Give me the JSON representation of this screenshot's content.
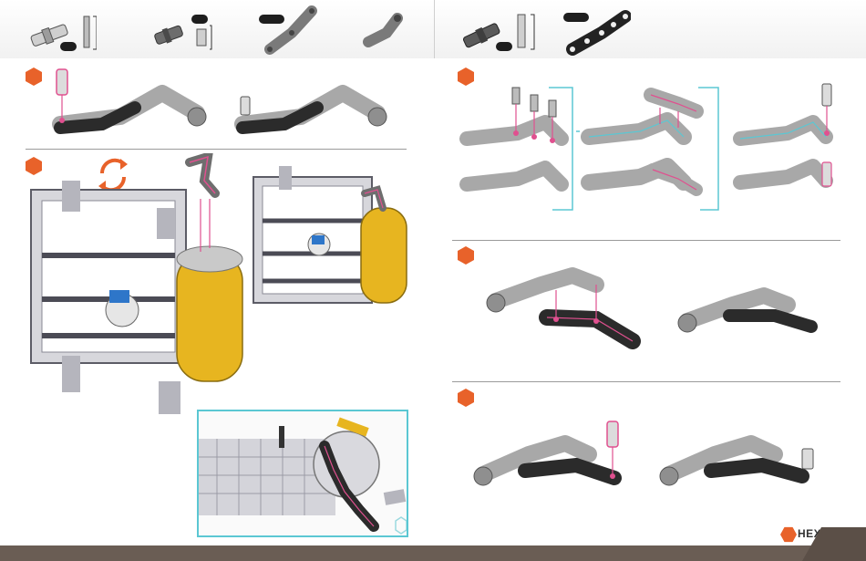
{
  "brand": {
    "name": "HEXBUG",
    "trademark": "®"
  },
  "steps": [
    {
      "id": "step-top-left",
      "color": "#e8622a"
    },
    {
      "id": "step-mid-left",
      "color": "#e8622a"
    },
    {
      "id": "step-top-right",
      "color": "#e8622a"
    },
    {
      "id": "step-mid-right",
      "color": "#e8622a"
    },
    {
      "id": "step-bottom-right",
      "color": "#e8622a"
    }
  ],
  "colors": {
    "accent_orange": "#e8622a",
    "highlight_pink": "#e0508f",
    "highlight_cyan": "#5bc7d3",
    "part_gray": "#a9a9a9",
    "part_dark": "#2b2b2b",
    "motor_yellow": "#e7b520",
    "footer_brown": "#6a5d54"
  },
  "icons": {
    "rotate": "rotate-arrows-icon",
    "view_cube": "view-cube-icon"
  }
}
